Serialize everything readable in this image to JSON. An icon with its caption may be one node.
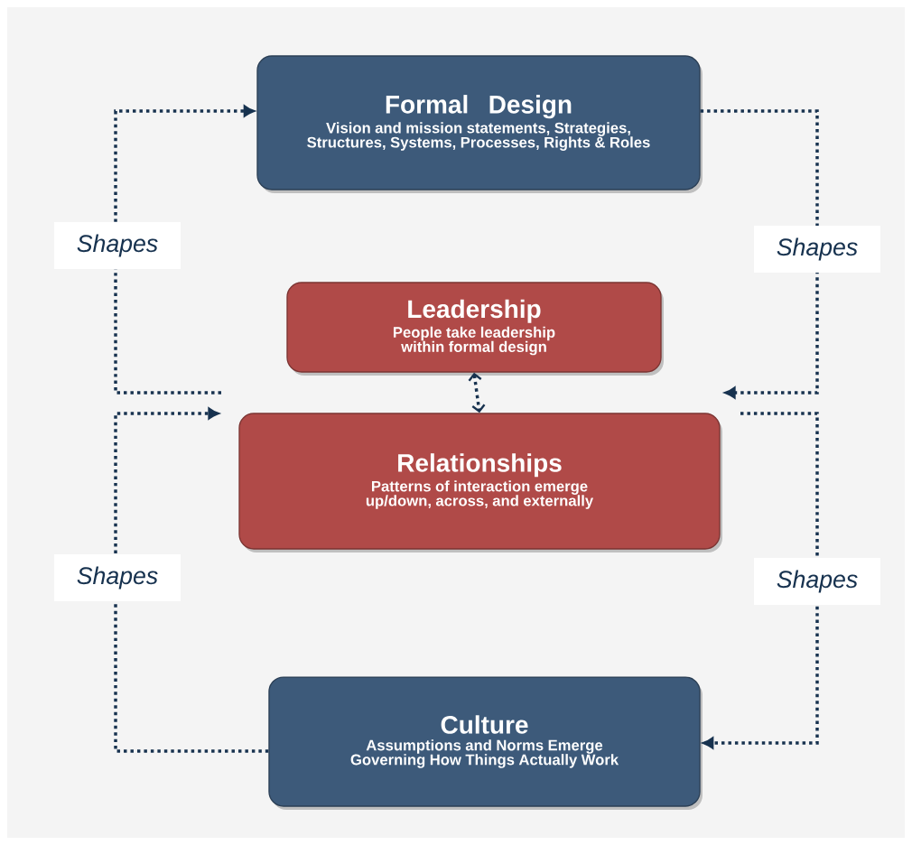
{
  "diagram": {
    "nodes": [
      {
        "text": [
          "Formal Design",
          "Vision and mission statements, Strategies, Structures, Systems, Processes, Rights & Roles"
        ]
      },
      {
        "text": [
          "Leadership",
          "People take leadership within formal design"
        ]
      },
      {
        "text": [
          "Relationships",
          "Patterns of interaction emerge up/down, across, and externally"
        ]
      },
      {
        "text": [
          "Culture",
          "Assumptions and Norms Emerge Governing  How Things Actually Work"
        ]
      }
    ],
    "edges": [
      {
        "from": null,
        "to": 0,
        "arrow": "to",
        "label": "Shapes",
        "style": "dashed"
      },
      {
        "from": 0,
        "to": null,
        "arrow": "to",
        "label": "Shapes",
        "style": "dashed"
      },
      {
        "from": 3,
        "to": null,
        "arrow": "to",
        "label": "Shapes",
        "style": "dashed"
      },
      {
        "from": null,
        "to": 3,
        "arrow": "to",
        "label": "Shapes",
        "style": "dashed"
      },
      {
        "from": 1,
        "to": 2,
        "arrow": "both",
        "style": "dashed"
      }
    ]
  }
}
